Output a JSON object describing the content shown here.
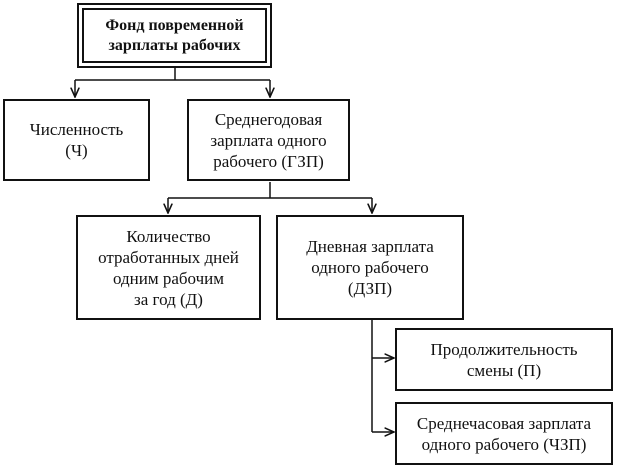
{
  "diagram": {
    "root": {
      "label": "Фонд повременной\nзарплаты рабочих"
    },
    "headcount": {
      "label": "Численность\n(Ч)"
    },
    "avg_annual_wage": {
      "label": "Среднегодовая\nзарплата одного\nрабочего (ГЗП)"
    },
    "days_worked": {
      "label": "Количество\nотработанных дней\nодним рабочим\nза год (Д)"
    },
    "daily_wage": {
      "label": "Дневная зарплата\nодного рабочего\n(ДЗП)"
    },
    "shift_length": {
      "label": "Продолжительность\nсмены (П)"
    },
    "avg_hourly_wage": {
      "label": "Среднечасовая зарплата\nодного рабочего (ЧЗП)"
    }
  },
  "colors": {
    "line": "#111111",
    "background": "#ffffff"
  }
}
